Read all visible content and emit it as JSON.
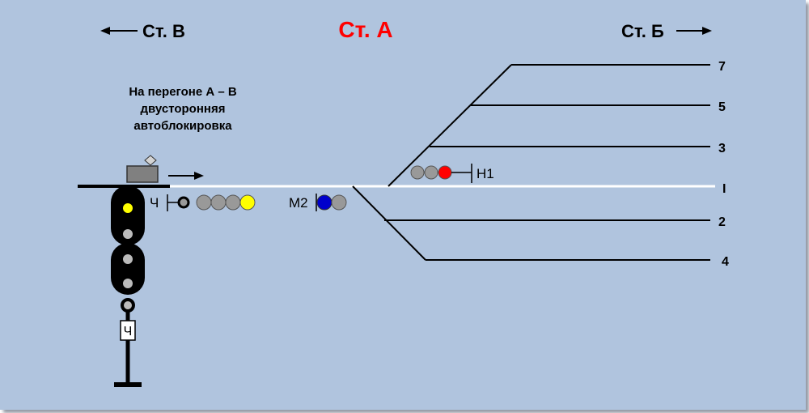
{
  "stations": {
    "left": "Ст. В",
    "center": "Ст. А",
    "right": "Ст. Б"
  },
  "note": {
    "line1": "На перегоне А – В",
    "line2": "двусторонняя",
    "line3": "автоблокировка"
  },
  "tracks": {
    "t7": "7",
    "t5": "5",
    "t3": "3",
    "tI": "I",
    "t2": "2",
    "t4": "4"
  },
  "signals": {
    "entrance": "Ч",
    "shunting": "М2",
    "exit": "Н1",
    "plate": "Ч"
  },
  "colors": {
    "background": "#b0c4de",
    "center_station": "#ff0000",
    "main_track": "#ffffff",
    "lamp_off": "#999999",
    "lamp_yellow": "#ffff00",
    "lamp_red": "#ff0000",
    "lamp_blue": "#0000cc"
  }
}
